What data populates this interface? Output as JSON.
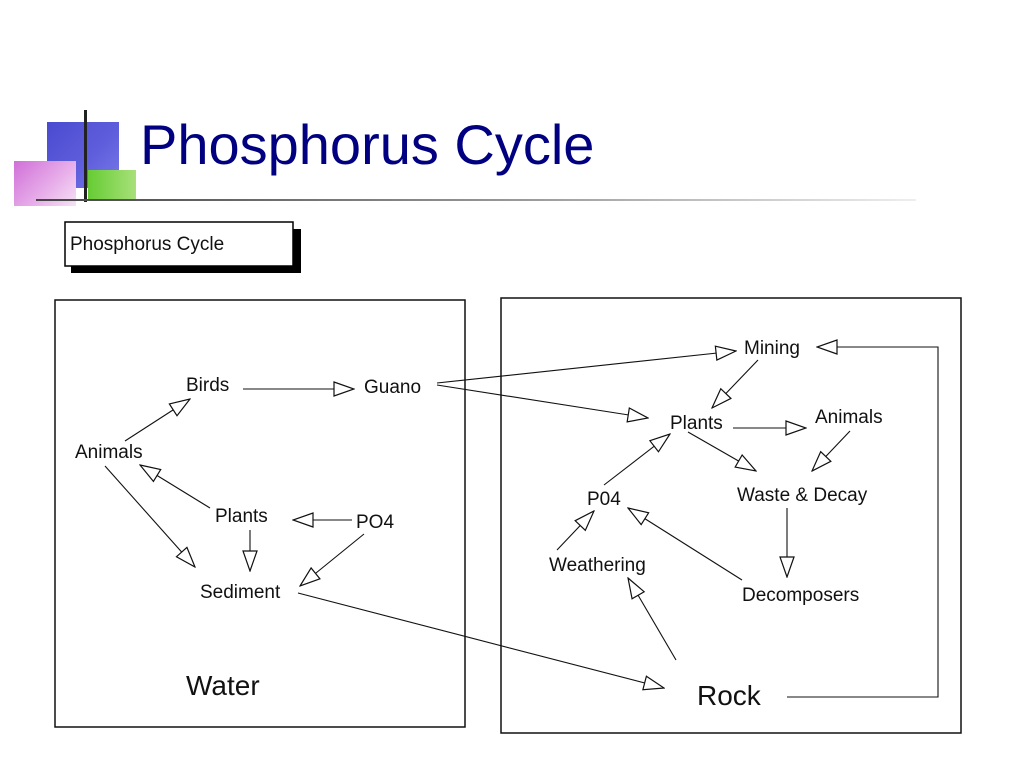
{
  "slide": {
    "title": "Phosphorus Cycle"
  },
  "diagram": {
    "caption": "Phosphorus Cycle",
    "water": {
      "label": "Water",
      "nodes": {
        "birds": "Birds",
        "guano": "Guano",
        "animals": "Animals",
        "plants": "Plants",
        "po4": "PO4",
        "sediment": "Sediment"
      }
    },
    "rock": {
      "label": "Rock",
      "nodes": {
        "mining": "Mining",
        "plants": "Plants",
        "animals": "Animals",
        "waste_decay": "Waste & Decay",
        "p04": "P04",
        "weathering": "Weathering",
        "decomposers": "Decomposers",
        "rock": "Rock"
      }
    },
    "edges": [
      [
        "Birds",
        "Guano"
      ],
      [
        "Animals",
        "Birds"
      ],
      [
        "Plants",
        "Animals"
      ],
      [
        "Animals",
        "Sediment"
      ],
      [
        "PO4",
        "Plants"
      ],
      [
        "Plants",
        "Sediment"
      ],
      [
        "PO4",
        "Sediment"
      ],
      [
        "Guano",
        "Mining"
      ],
      [
        "Guano",
        "Plants"
      ],
      [
        "Sediment",
        "Rock"
      ],
      [
        "Mining",
        "Plants"
      ],
      [
        "Rock",
        "Mining"
      ],
      [
        "Plants",
        "Animals"
      ],
      [
        "Plants",
        "Waste & Decay"
      ],
      [
        "Animals",
        "Waste & Decay"
      ],
      [
        "Waste & Decay",
        "Decomposers"
      ],
      [
        "P04",
        "Plants"
      ],
      [
        "Weathering",
        "P04"
      ],
      [
        "Decomposers",
        "P04"
      ],
      [
        "Rock",
        "Weathering"
      ]
    ]
  }
}
